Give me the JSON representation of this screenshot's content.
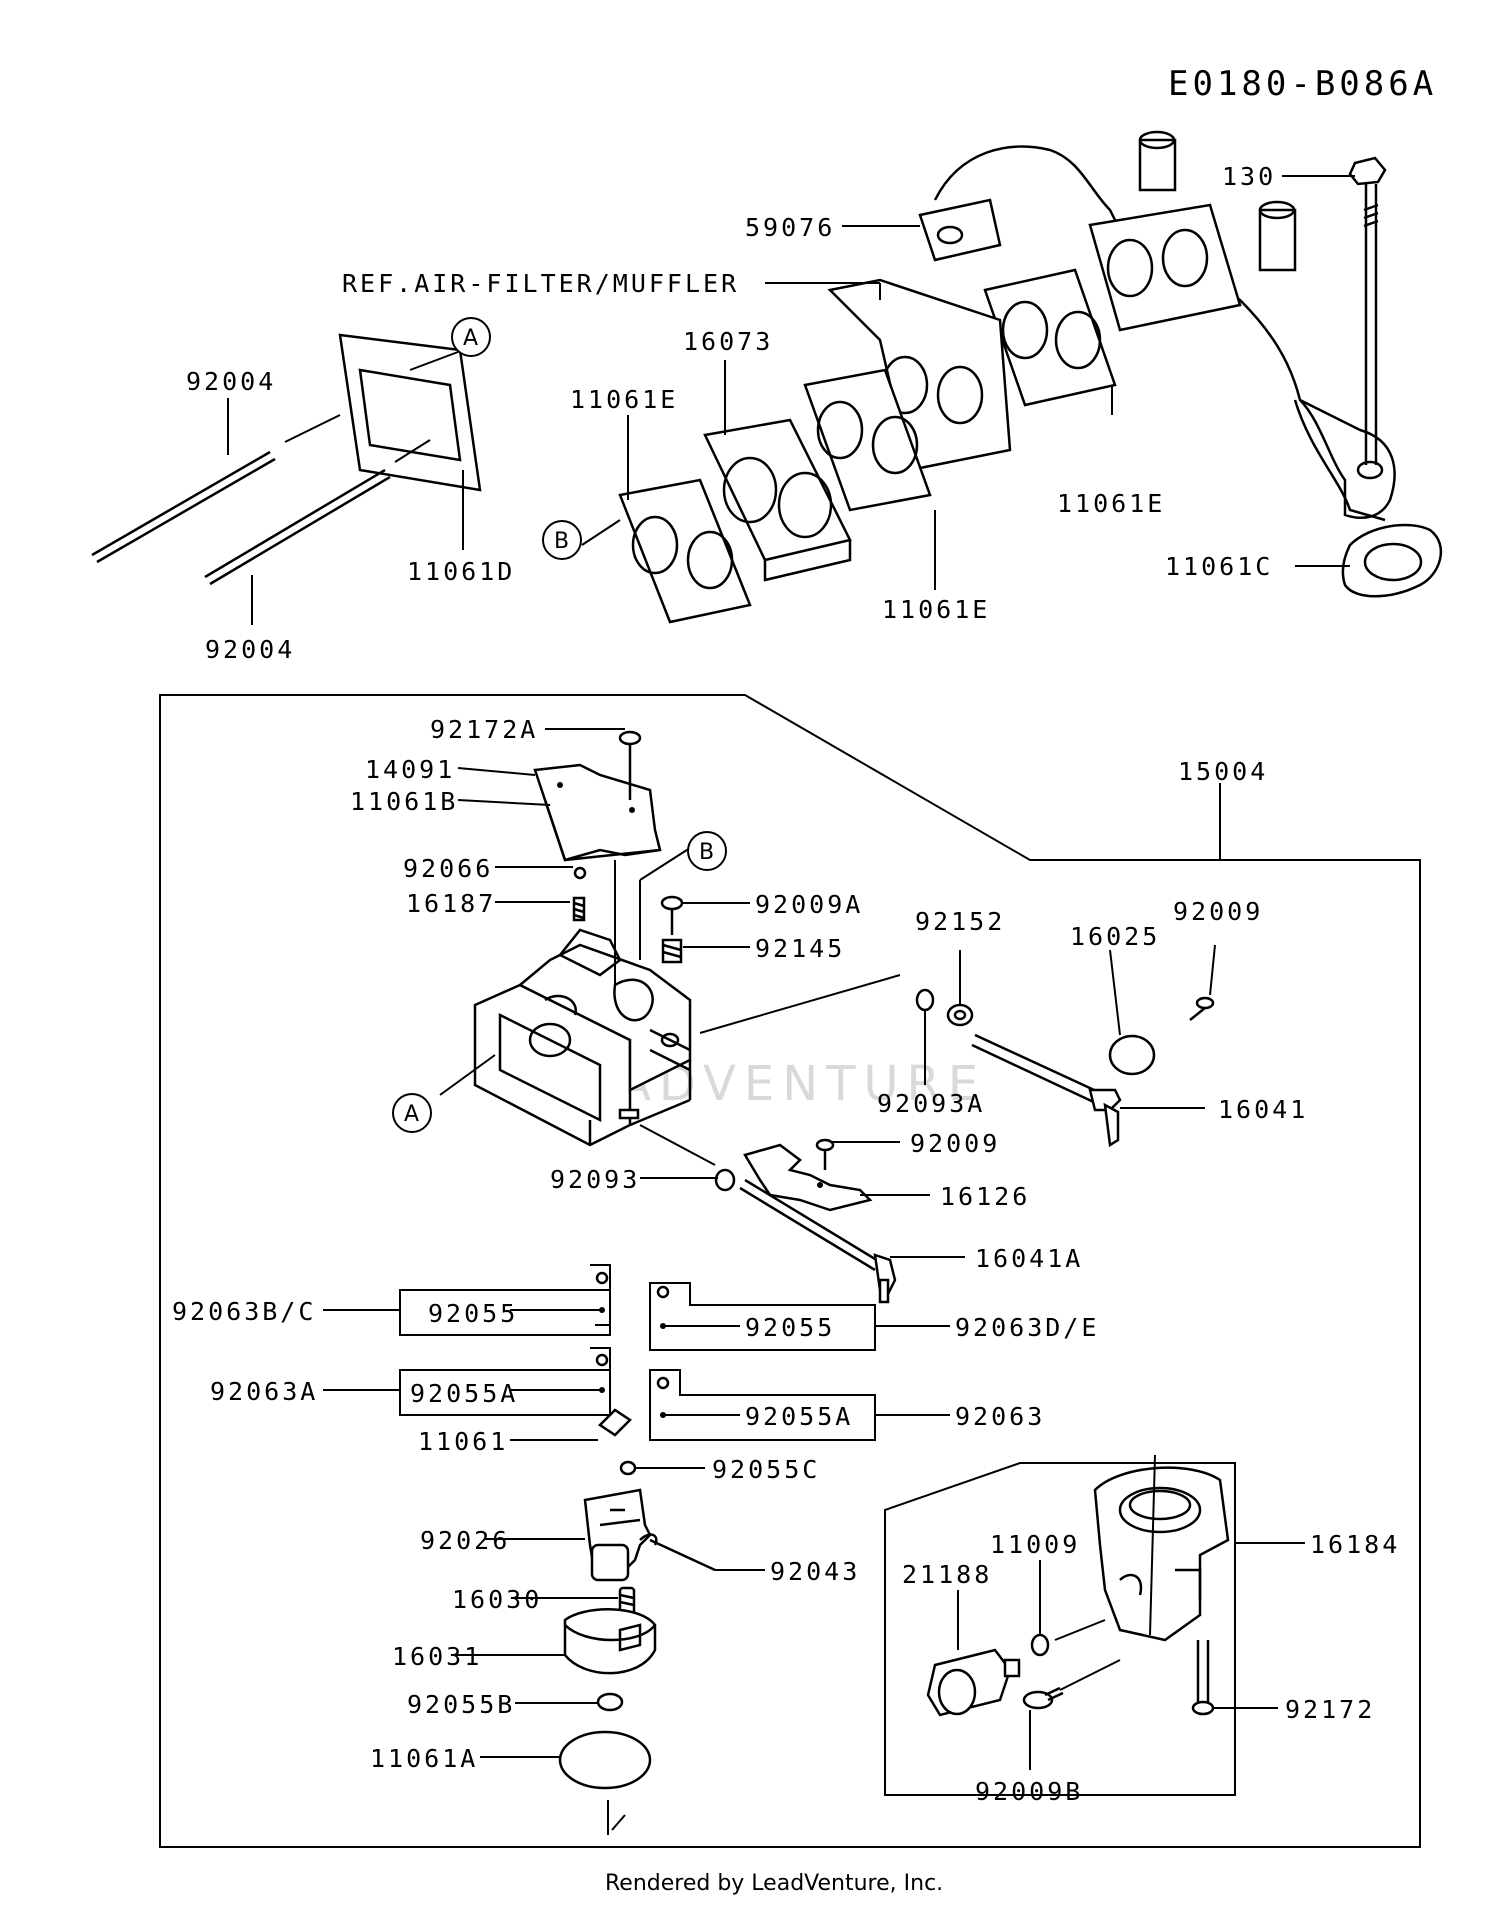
{
  "header": {
    "diagram_code": "E0180-B086A"
  },
  "footer": {
    "credit": "Rendered by LeadVenture, Inc."
  },
  "watermark": {
    "text": "LEADVENTURE"
  },
  "callouts": {
    "a": "A",
    "b": "B"
  },
  "labels": {
    "p130": "130",
    "p59076": "59076",
    "ref_air_filter": "REF.AIR-FILTER/MUFFLER",
    "p92004_top": "92004",
    "p16073": "16073",
    "p11061e_left": "11061E",
    "p11061e_right": "11061E",
    "p11061d": "11061D",
    "p11061e_bottom": "11061E",
    "p11061c": "11061C",
    "p92004_bottom": "92004",
    "p92172a": "92172A",
    "p14091": "14091",
    "p11061b": "11061B",
    "p15004": "15004",
    "p92066": "92066",
    "p16187": "16187",
    "p92009a": "92009A",
    "p92145": "92145",
    "p92152": "92152",
    "p16025": "16025",
    "p92009_top": "92009",
    "p92093a": "92093A",
    "p16041": "16041",
    "p92009_mid": "92009",
    "p92093": "92093",
    "p16126": "16126",
    "p16041a": "16041A",
    "p92063bc": "92063B/C",
    "p92055_left": "92055",
    "p92055_right": "92055",
    "p92063de": "92063D/E",
    "p92063a": "92063A",
    "p92055a_left": "92055A",
    "p92055a_right": "92055A",
    "p92063": "92063",
    "p11061": "11061",
    "p92055c": "92055C",
    "p92026": "92026",
    "p92043": "92043",
    "p16030": "16030",
    "p16031": "16031",
    "p92055b": "92055B",
    "p11061a": "11061A",
    "p11009": "11009",
    "p21188": "21188",
    "p16184": "16184",
    "p92172": "92172",
    "p92009b": "92009B"
  }
}
